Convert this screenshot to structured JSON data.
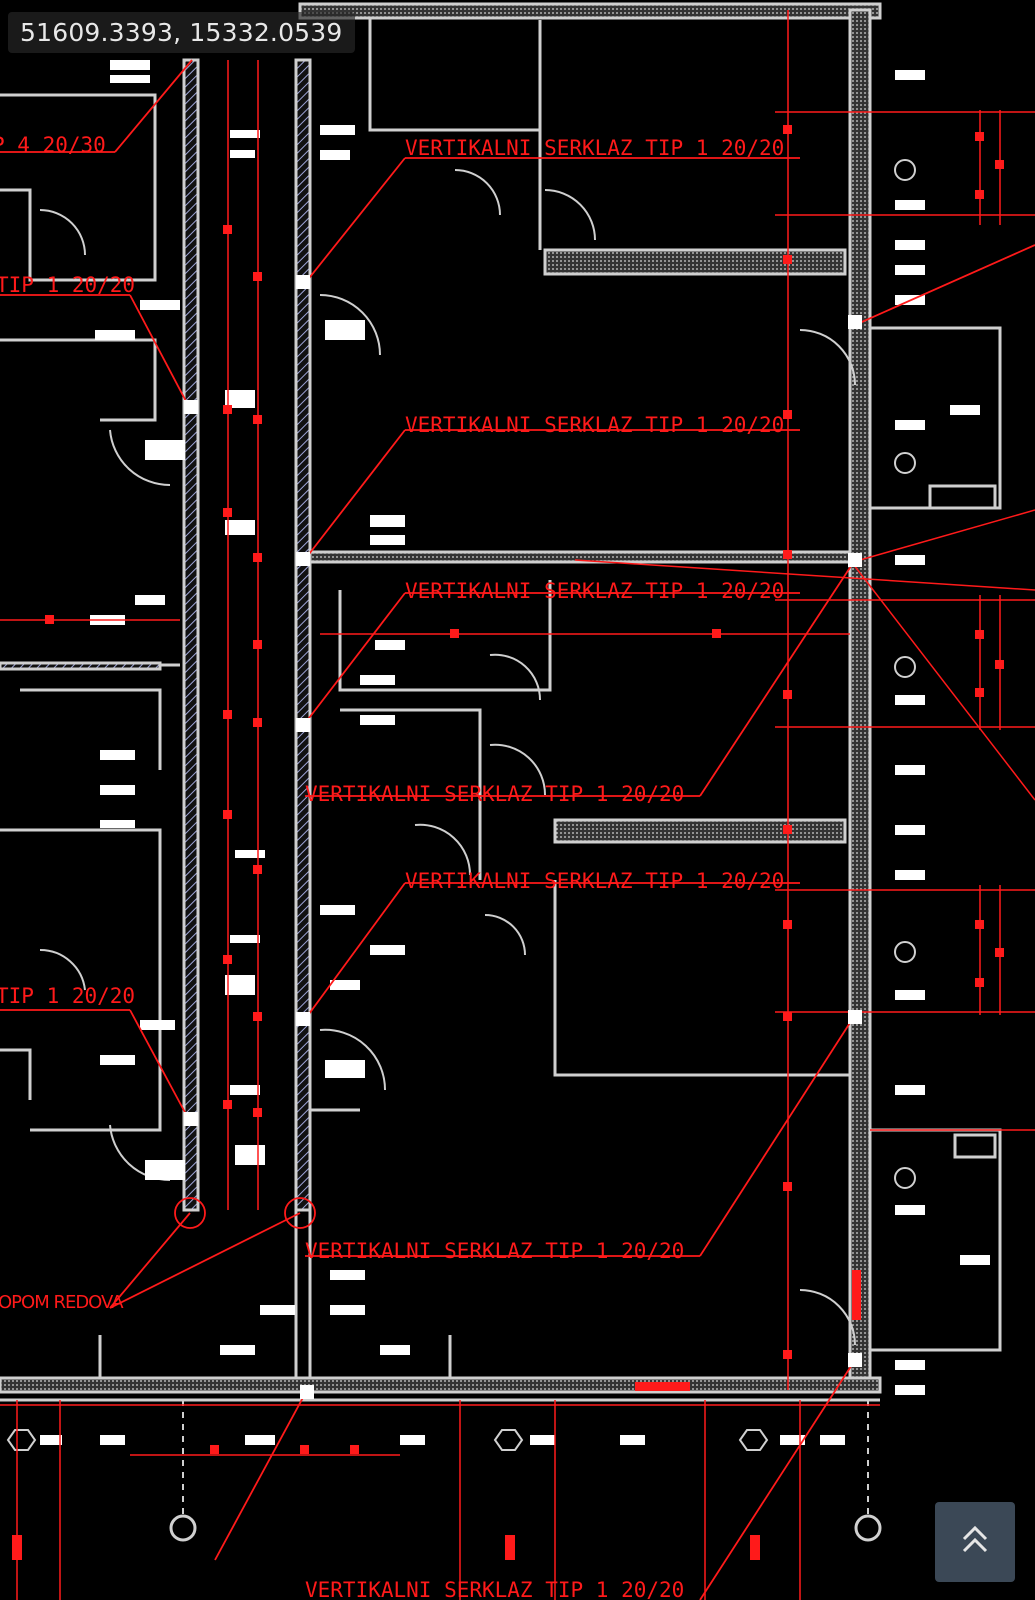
{
  "viewer": {
    "coordinates": "51609.3393,  15332.0539",
    "scroll_top_icon": "double-chevron-up-icon"
  },
  "colors": {
    "background": "#000000",
    "wall": "#cfcfcf",
    "annotation": "#ff1a1a",
    "button": "#3b4856"
  },
  "annotations": {
    "labels": [
      "P 4 20/30",
      "VERTIKALNI SERKLAZ TIP 1 20/20",
      "TIP 1 20/20",
      "VERTIKALNI SERKLAZ TIP 1 20/20",
      "VERTIKALNI SERKLAZ TIP 1 20/20",
      "VERTIKALNI SERKLAZ TIP 1 20/20",
      "VERTIKALNI SERKLAZ TIP 1 20/20",
      "TIP 1 20/20",
      "OPOM REDOVA",
      "VERTIKALNI SERKLAZ TIP 1 20/20",
      "VERTIKALNI SERKLAZ TIP 1 20/20"
    ]
  }
}
